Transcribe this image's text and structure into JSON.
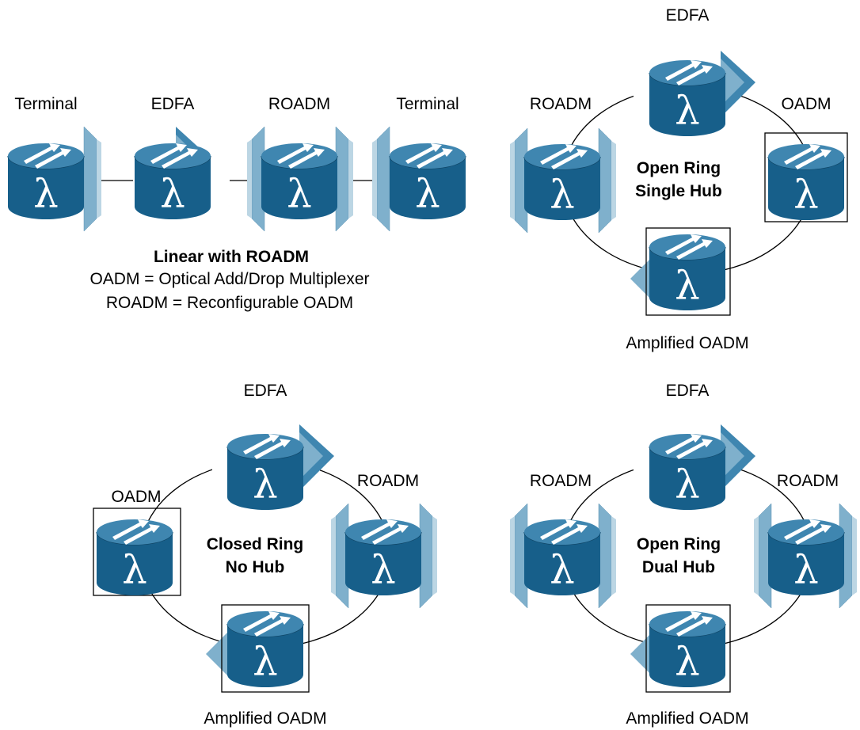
{
  "linear": {
    "labels": [
      "Terminal",
      "EDFA",
      "ROADM",
      "Terminal"
    ],
    "title": "Linear with ROADM",
    "caption_1": "OADM = Optical Add/Drop Multiplexer",
    "caption_2": "ROADM = Reconfigurable OADM"
  },
  "open_single": {
    "top": "EDFA",
    "left": "ROADM",
    "right": "OADM",
    "bottom": "Amplified OADM",
    "title_1": "Open Ring",
    "title_2": "Single Hub"
  },
  "closed": {
    "top": "EDFA",
    "left": "OADM",
    "right": "ROADM",
    "bottom": "Amplified OADM",
    "title_1": "Closed Ring",
    "title_2": "No Hub"
  },
  "open_dual": {
    "top": "EDFA",
    "left": "ROADM",
    "right": "ROADM",
    "bottom": "Amplified OADM",
    "title_1": "Open Ring",
    "title_2": "Dual Hub"
  },
  "symbols": {
    "lambda": "λ"
  },
  "colors": {
    "node_top": "#3f86b0",
    "node_body": "#175f8a",
    "panel": "#7fb0cc",
    "panel_light": "#bcd6e4",
    "edfa_wedge": "#3f86b0"
  }
}
